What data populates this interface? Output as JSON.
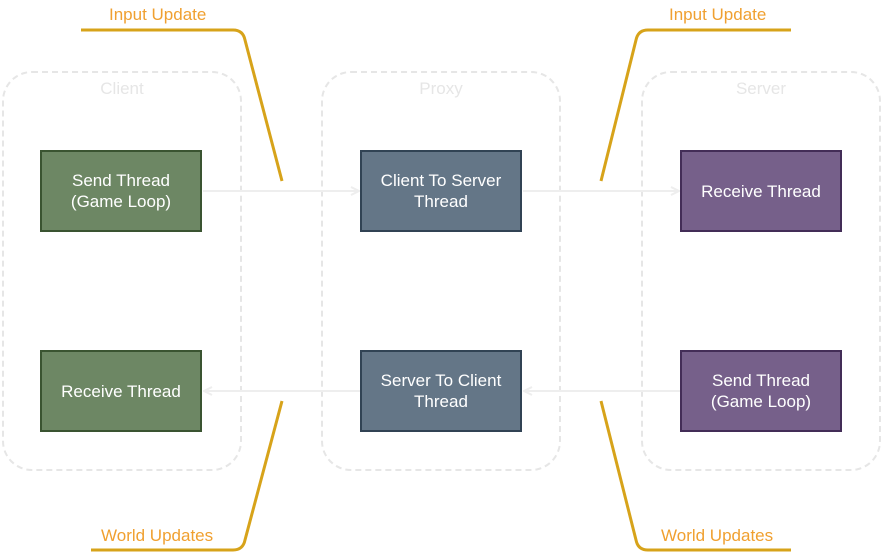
{
  "groups": {
    "client": "Client",
    "proxy": "Proxy",
    "server": "Server"
  },
  "nodes": {
    "client_send": "Send Thread\n(Game Loop)",
    "client_receive": "Receive Thread",
    "proxy_c2s": "Client To Server\nThread",
    "proxy_s2c": "Server To Client\nThread",
    "server_receive": "Receive Thread",
    "server_send": "Send Thread\n(Game Loop)"
  },
  "callouts": {
    "input_update_left": "Input Update",
    "input_update_right": "Input Update",
    "world_updates_left": "World Updates",
    "world_updates_right": "World Updates"
  },
  "colors": {
    "client_fill": "#6d8764",
    "proxy_fill": "#647687",
    "server_fill": "#76608a",
    "callout_line": "#d7a31a",
    "callout_text": "#f0a030",
    "container_border": "#e6e6e6",
    "arrow": "#eeeeee"
  }
}
